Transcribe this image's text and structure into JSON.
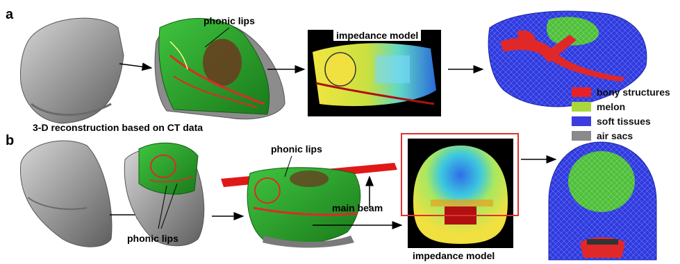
{
  "panels": {
    "a": {
      "label": "a",
      "reconstruction_caption": "3-D reconstruction based on CT data",
      "phonic_lips_label": "phonic lips",
      "impedance_model_label": "impedance model"
    },
    "b": {
      "label": "b",
      "phonic_lips_top_label": "phonic lips",
      "phonic_lips_bottom_label": "phonic lips",
      "main_beam_label": "main beam",
      "impedance_model_label": "impedance model"
    }
  },
  "legend": [
    {
      "label": "bony structures",
      "color": "#e8202a"
    },
    {
      "label": "melon",
      "color": "#a8d83a"
    },
    {
      "label": "soft tissues",
      "color": "#3c3ce0"
    },
    {
      "label": "air sacs",
      "color": "#8a8a8a"
    }
  ],
  "colors": {
    "skull_gray": "#8c8c8c",
    "tissue_green": "#2aa82a",
    "mesh_blue": "#2f3be0",
    "melon_green": "#4fbf3c",
    "bone_red": "#e02828",
    "beam_red": "#e01818",
    "highlight_box": "#e03030"
  }
}
